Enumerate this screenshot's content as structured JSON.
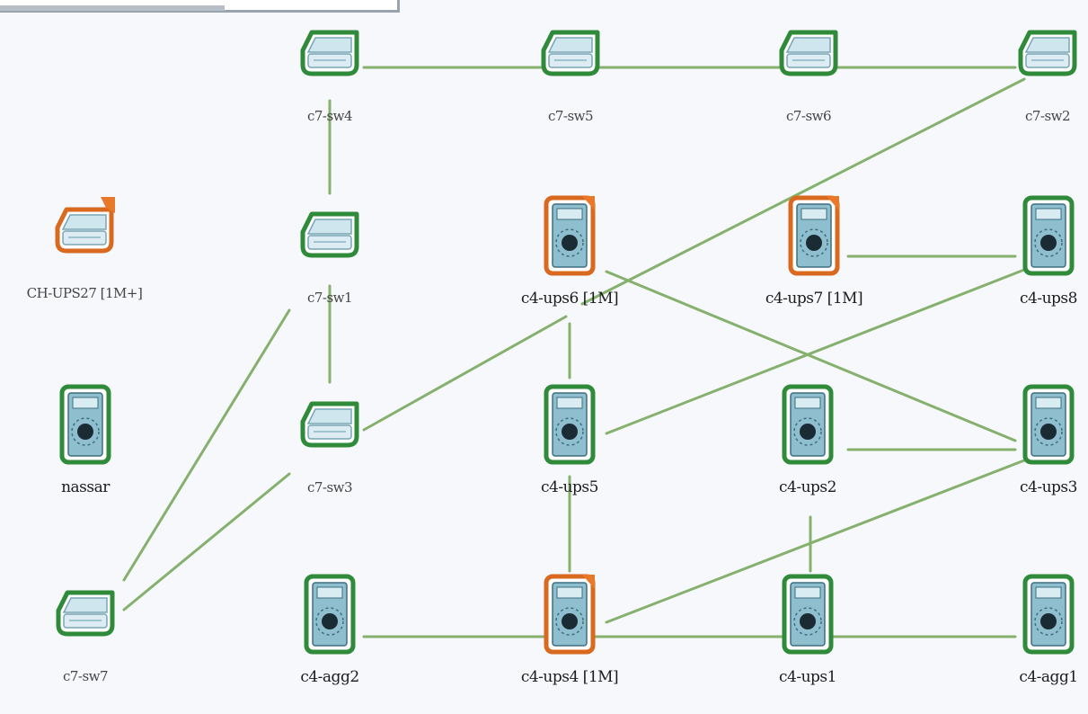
{
  "diagram": {
    "colors": {
      "link": "#86b06e",
      "ok_border": "#2f8a3a",
      "warn_border": "#d8691e",
      "flag": "#e8782a",
      "switch_fill": "#cfe6ee",
      "server_fill": "#8fbfcf"
    },
    "nodes": [
      {
        "id": "c7-sw4",
        "label": "c7-sw4",
        "type": "switch",
        "status": "ok",
        "small": true
      },
      {
        "id": "c7-sw5",
        "label": "c7-sw5",
        "type": "switch",
        "status": "ok",
        "small": true
      },
      {
        "id": "c7-sw6",
        "label": "c7-sw6",
        "type": "switch",
        "status": "ok",
        "small": true
      },
      {
        "id": "c7-sw2",
        "label": "c7-sw2",
        "type": "switch",
        "status": "ok",
        "small": true
      },
      {
        "id": "ch-ups27",
        "label": "CH-UPS27 [1M+]",
        "type": "switch",
        "status": "warn",
        "small": true
      },
      {
        "id": "c7-sw1",
        "label": "c7-sw1",
        "type": "switch",
        "status": "ok",
        "small": true
      },
      {
        "id": "c4-ups6",
        "label": "c4-ups6 [1M]",
        "type": "server",
        "status": "warn",
        "small": false
      },
      {
        "id": "c4-ups7",
        "label": "c4-ups7 [1M]",
        "type": "server",
        "status": "warn",
        "small": false
      },
      {
        "id": "c4-ups8",
        "label": "c4-ups8",
        "type": "server",
        "status": "ok",
        "small": false
      },
      {
        "id": "nassar",
        "label": "nassar",
        "type": "server",
        "status": "ok",
        "small": false
      },
      {
        "id": "c7-sw3",
        "label": "c7-sw3",
        "type": "switch",
        "status": "ok",
        "small": true
      },
      {
        "id": "c4-ups5",
        "label": "c4-ups5",
        "type": "server",
        "status": "ok",
        "small": false
      },
      {
        "id": "c4-ups2",
        "label": "c4-ups2",
        "type": "server",
        "status": "ok",
        "small": false
      },
      {
        "id": "c4-ups3",
        "label": "c4-ups3",
        "type": "server",
        "status": "ok",
        "small": false
      },
      {
        "id": "c7-sw7",
        "label": "c7-sw7",
        "type": "switch",
        "status": "ok",
        "small": true
      },
      {
        "id": "c4-agg2",
        "label": "c4-agg2",
        "type": "server",
        "status": "ok",
        "small": false
      },
      {
        "id": "c4-ups4",
        "label": "c4-ups4 [1M]",
        "type": "server",
        "status": "warn",
        "small": false
      },
      {
        "id": "c4-ups1",
        "label": "c4-ups1",
        "type": "server",
        "status": "ok",
        "small": false
      },
      {
        "id": "c4-agg1",
        "label": "c4-agg1",
        "type": "server",
        "status": "ok",
        "small": false
      }
    ],
    "links": [
      [
        "c7-sw4",
        "c7-sw2"
      ],
      [
        "c7-sw4",
        "c7-sw1"
      ],
      [
        "c7-sw1",
        "c7-sw3"
      ],
      [
        "c7-sw1",
        "c7-sw7"
      ],
      [
        "c7-sw3",
        "c7-sw7"
      ],
      [
        "c7-sw3",
        "c4-ups6"
      ],
      [
        "c7-sw2",
        "c4-ups6"
      ],
      [
        "c4-ups6",
        "c4-ups5"
      ],
      [
        "c4-ups6",
        "c4-ups3"
      ],
      [
        "c4-ups7",
        "c4-ups8"
      ],
      [
        "c4-ups8",
        "c4-ups5"
      ],
      [
        "c4-ups5",
        "c4-ups4"
      ],
      [
        "c4-ups2",
        "c4-ups3"
      ],
      [
        "c4-ups3",
        "c4-ups4"
      ],
      [
        "c4-ups2",
        "c4-ups1"
      ],
      [
        "c4-agg2",
        "c4-agg1"
      ]
    ]
  }
}
